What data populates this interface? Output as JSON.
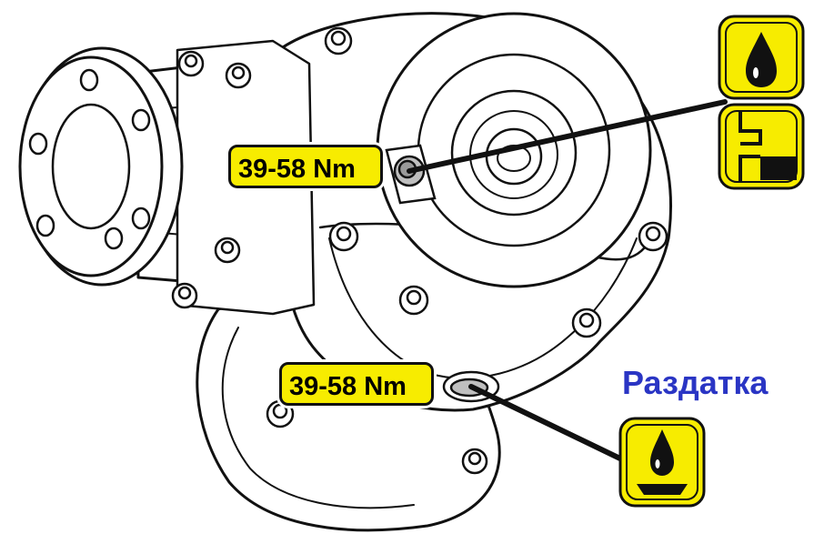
{
  "torque_labels": {
    "fill_plug": "39-58 Nm",
    "drain_plug": "39-58 Nm"
  },
  "component_title": "Раздатка",
  "icons": {
    "oil_fill": "oil-drop-icon",
    "fill_level": "oil-level-icon",
    "oil_drain": "oil-drain-icon"
  },
  "colors": {
    "label_fill": "#f7ec00",
    "outline": "#111111",
    "title": "#2a35c4"
  }
}
